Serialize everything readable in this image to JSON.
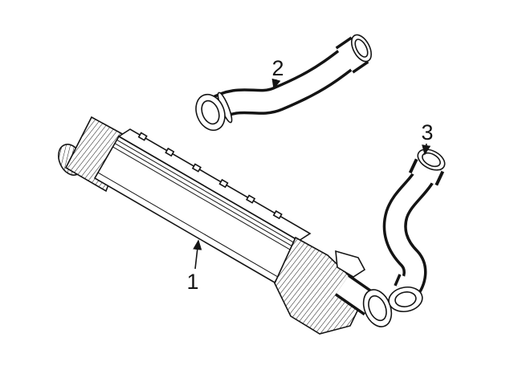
{
  "diagram": {
    "background_color": "#ffffff",
    "line_color": "#141414",
    "callouts": [
      {
        "label": "1",
        "points_to": "intercooler-assembly"
      },
      {
        "label": "2",
        "points_to": "upper-intercooler-hose"
      },
      {
        "label": "3",
        "points_to": "side-intercooler-hose"
      }
    ]
  }
}
